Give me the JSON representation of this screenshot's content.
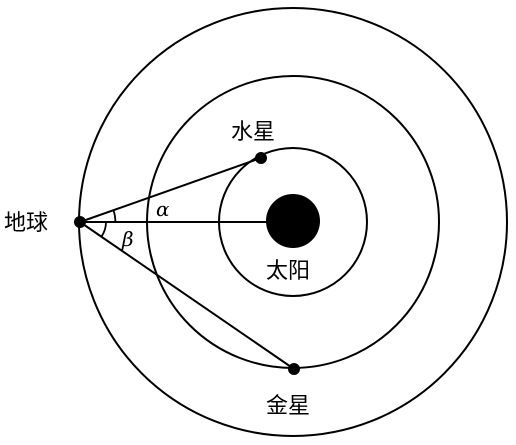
{
  "labels": {
    "earth": "地球",
    "mercury": "水星",
    "venus": "金星",
    "sun": "太阳",
    "alpha": "α",
    "beta": "β"
  },
  "colors": {
    "line": "#000000",
    "background": "#ffffff"
  }
}
